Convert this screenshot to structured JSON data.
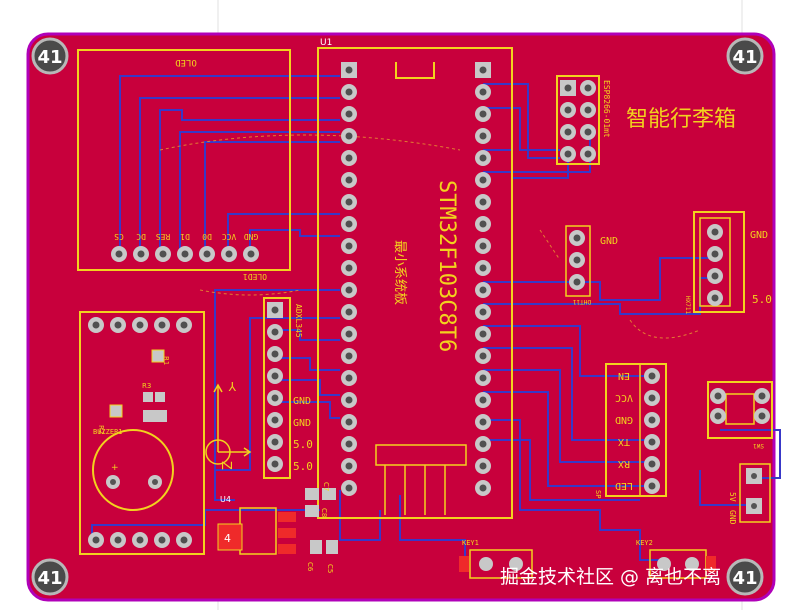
{
  "board": {
    "title": "智能行李箱",
    "watermark": "掘金技术社区 @ 离也不离",
    "mount_hole_label": "41",
    "colors": {
      "background": "#ffffff",
      "board_fill": "#c8003c",
      "outline": "#b000b8",
      "silk": "#f2d21e",
      "trace": "#3838c8",
      "pad": "#c8c8c8",
      "ratsnest": "#e89a30"
    }
  },
  "components": {
    "u1": {
      "ref": "U1",
      "chip": "STM32F103C8T6",
      "subtitle": "最小系统板"
    },
    "oled": {
      "label_top": "OLED",
      "label_bottom": "OLED1",
      "pins": [
        "CS",
        "DC",
        "RES",
        "D1",
        "D0",
        "VCC",
        "GND"
      ]
    },
    "esp": {
      "label": "ESP8266-01mt"
    },
    "dht": {
      "label": "DHT11",
      "pin_label": "GND"
    },
    "hx": {
      "label": "HX711",
      "gnd": "GND",
      "v5": "5.0"
    },
    "gy": {
      "label": "ADXL345",
      "gnd1": "GND",
      "gnd2": "GND",
      "v1": "5.0",
      "v2": "5.0"
    },
    "sp": {
      "label": "SP",
      "pins": [
        "EN",
        "VCC",
        "GND",
        "TX",
        "RX",
        "LED"
      ]
    },
    "buzzer": {
      "label": "BUZZER1",
      "plus": "+"
    },
    "regulator": {
      "ref": "U4",
      "pin4": "4"
    },
    "resistors": {
      "r1": "R1",
      "r2": "R2",
      "r3": "R3"
    },
    "caps": {
      "c5": "C5",
      "c6": "C6",
      "c7": "C7",
      "c8": "C8"
    },
    "keys": {
      "k1": "KEY1",
      "k2": "KEY2"
    },
    "sw": {
      "label": "SW1"
    },
    "power": {
      "gnd": "GND",
      "v5": "5V"
    },
    "axes": {
      "y": "Y",
      "z": "Z"
    }
  }
}
